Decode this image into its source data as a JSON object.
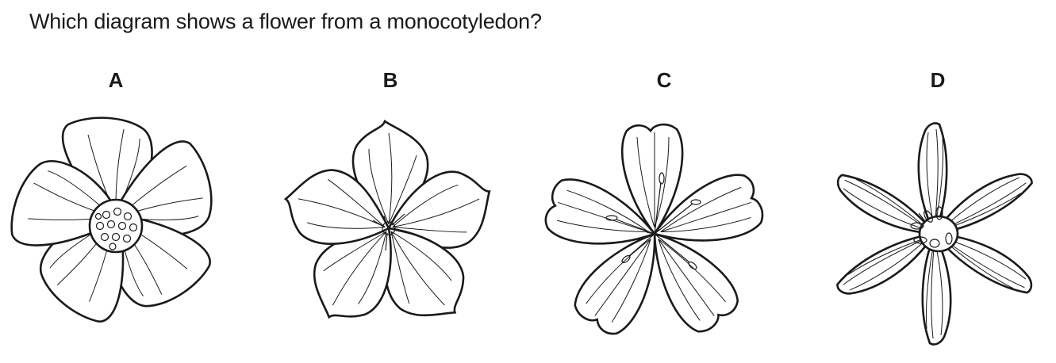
{
  "question": "Which diagram shows a flower from a monocotyledon?",
  "options": [
    {
      "label": "A"
    },
    {
      "label": "B"
    },
    {
      "label": "C"
    },
    {
      "label": "D"
    }
  ]
}
